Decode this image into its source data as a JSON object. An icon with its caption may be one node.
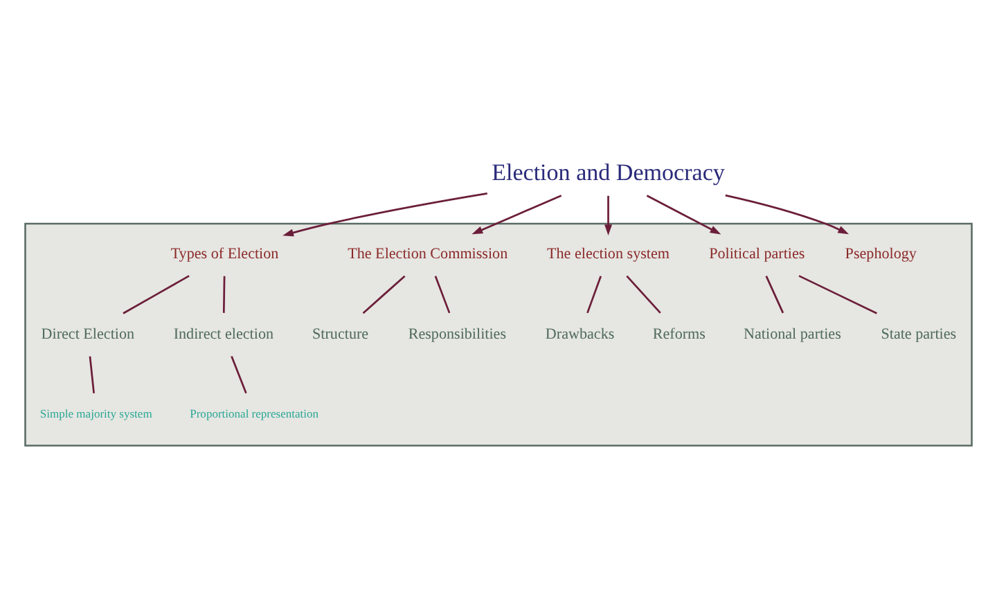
{
  "diagram": {
    "nodes": [
      {
        "text": [
          "Election and Democracy"
        ]
      },
      {
        "text": [],
        "shape": "box"
      },
      {
        "text": [
          "Types of Election"
        ],
        "in": 1
      },
      {
        "text": [
          "The Election Commission"
        ],
        "in": 1
      },
      {
        "text": [
          "The election system"
        ],
        "in": 1
      },
      {
        "text": [
          "Political parties"
        ],
        "in": 1
      },
      {
        "text": [
          "Psephology"
        ],
        "in": 1
      },
      {
        "text": [
          "Direct Election"
        ],
        "in": 1
      },
      {
        "text": [
          "Indirect election"
        ],
        "in": 1
      },
      {
        "text": [
          "Simple majority system"
        ],
        "in": 1
      },
      {
        "text": [
          "Proportional representation"
        ],
        "in": 1
      },
      {
        "text": [
          "Drawbacks"
        ],
        "in": 1
      },
      {
        "text": [
          "Reforms"
        ],
        "in": 1
      },
      {
        "text": [
          "Structure"
        ],
        "in": 1
      },
      {
        "text": [
          "Responsibilities"
        ],
        "in": 1
      },
      {
        "text": [
          "National parties"
        ],
        "in": 1
      },
      {
        "text": [
          "State parties"
        ],
        "in": 1
      }
    ],
    "edges": [
      {
        "from": 0,
        "to": 2,
        "arrow": "to"
      },
      {
        "from": 0,
        "to": 3,
        "arrow": "to"
      },
      {
        "from": 0,
        "to": 4,
        "arrow": "to"
      },
      {
        "from": 0,
        "to": 5,
        "arrow": "to"
      },
      {
        "from": 0,
        "to": 6,
        "arrow": "to"
      },
      {
        "from": 2,
        "to": 7,
        "arrow": "none"
      },
      {
        "from": 2,
        "to": 8,
        "arrow": "none"
      },
      {
        "from": 7,
        "to": 9,
        "arrow": "none"
      },
      {
        "from": 8,
        "to": 10,
        "arrow": "none"
      },
      {
        "from": 4,
        "to": 11,
        "arrow": "none"
      },
      {
        "from": 4,
        "to": 12,
        "arrow": "none"
      },
      {
        "from": 3,
        "to": 13,
        "arrow": "none"
      },
      {
        "from": 3,
        "to": 14,
        "arrow": "none"
      },
      {
        "from": 5,
        "to": 15,
        "arrow": "none"
      },
      {
        "from": 5,
        "to": 16,
        "arrow": "none"
      }
    ]
  }
}
